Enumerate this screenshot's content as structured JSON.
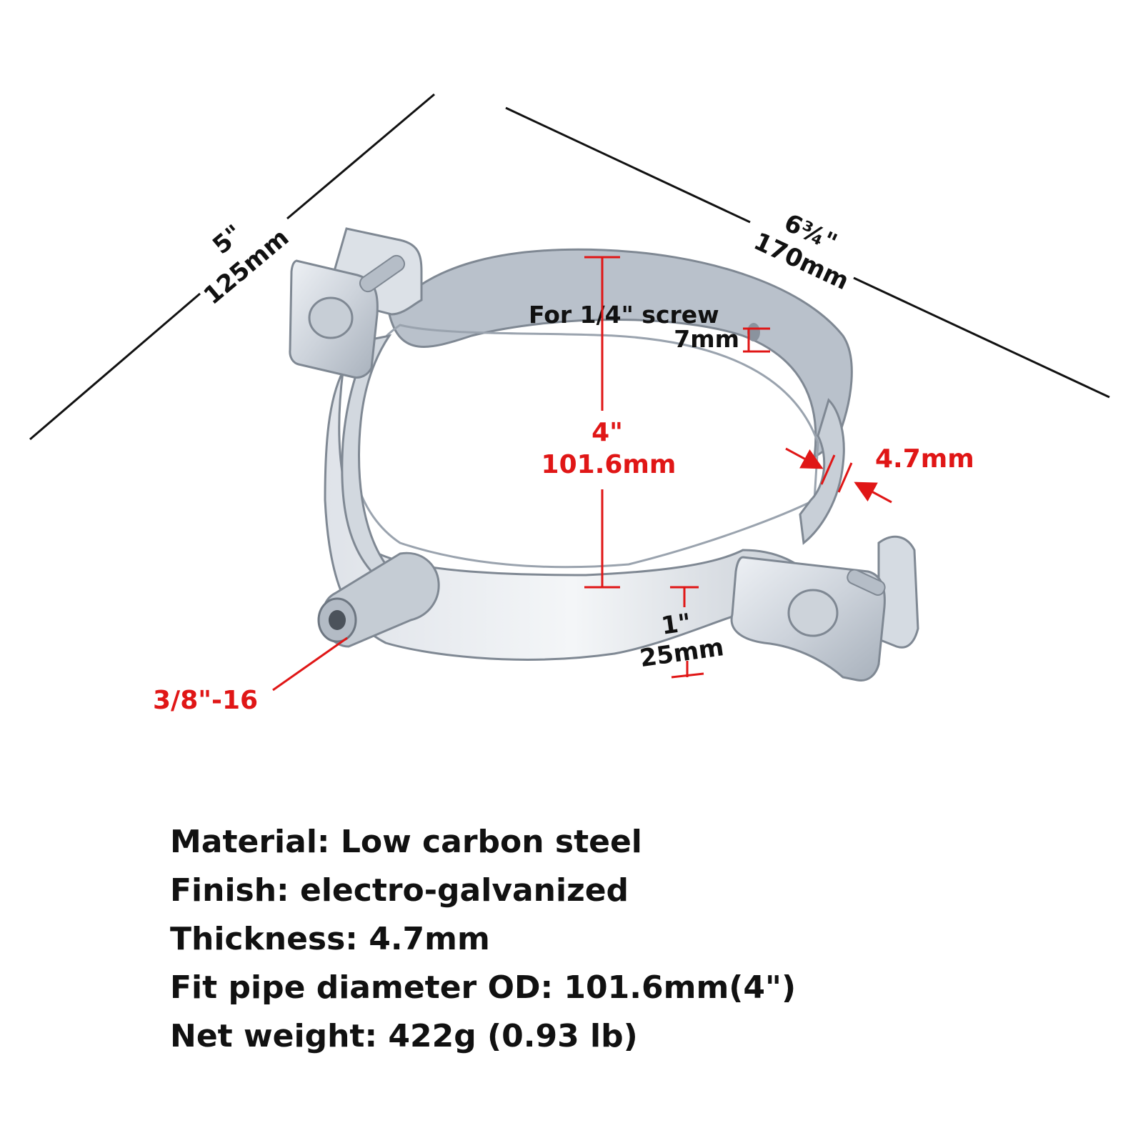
{
  "colors": {
    "dimension_black": "#111111",
    "dimension_red": "#e01616",
    "metal_light": "#e6eaef",
    "metal_mid": "#c3cad3",
    "metal_dark": "#8d96a1"
  },
  "dimensions": {
    "depth_in": "5\"",
    "depth_mm": "125mm",
    "width_in": "6¾\"",
    "width_mm": "170mm",
    "screw_note": "For 1/4\" screw",
    "hole_size": "7mm",
    "inner_dia_in": "4\"",
    "inner_dia_mm": "101.6mm",
    "thickness": "4.7mm",
    "band_width_in": "1\"",
    "band_width_mm": "25mm",
    "thread": "3/8\"-16"
  },
  "specs": [
    "Material: Low carbon steel",
    "Finish: electro-galvanized",
    "Thickness: 4.7mm",
    "Fit pipe diameter OD: 101.6mm(4\")",
    "Net weight: 422g (0.93 lb)"
  ]
}
